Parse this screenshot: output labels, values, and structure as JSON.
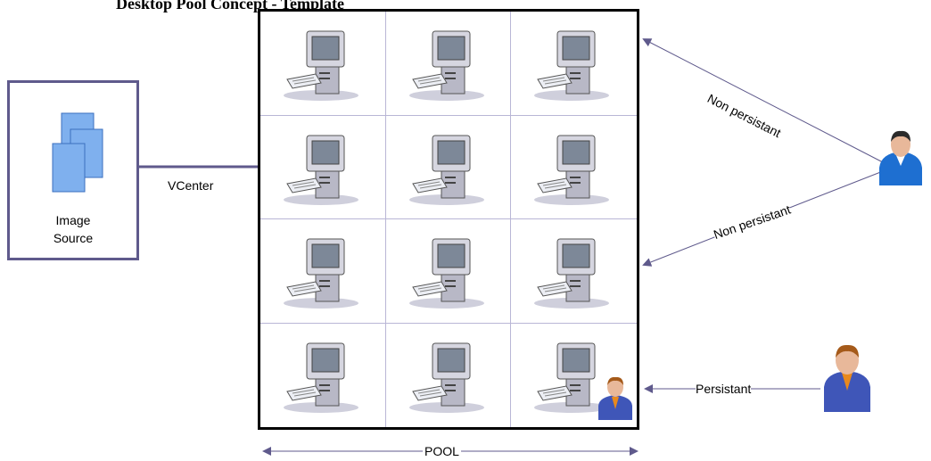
{
  "diagram": {
    "title": "Desktop Pool Concept - Template",
    "image_source": {
      "label": "Image\nSource"
    },
    "connections": {
      "vcenter": "VCenter",
      "non_persistant_1": "Non persistant",
      "non_persistant_2": "Non persistant",
      "persistant": "Persistant",
      "pool": "POOL"
    },
    "pool": {
      "rows": 4,
      "columns": 3,
      "assigned_user_cell": [
        3,
        2
      ]
    },
    "colors": {
      "pool_border": "#000000",
      "grid_line": "#b9b6d6",
      "source_border": "#5f5a8c",
      "arrow": "#5f5a8c",
      "document": "#7fb0ee"
    },
    "icons": [
      "desktop-computer-icon",
      "document-stack-icon",
      "user-icon"
    ]
  }
}
